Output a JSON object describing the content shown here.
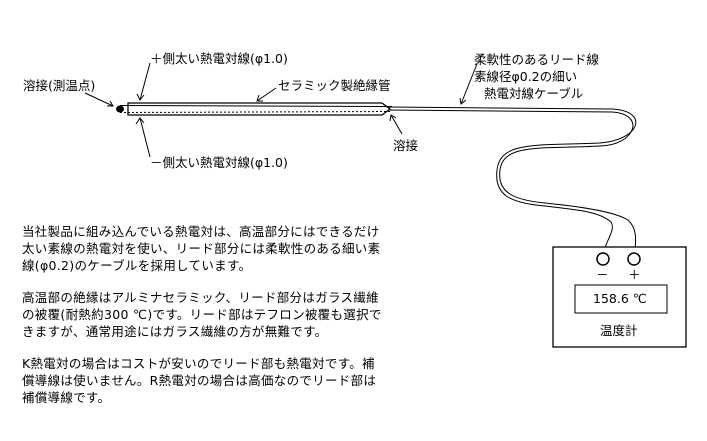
{
  "labels": {
    "plus_wire": "＋側太い熱電対線(φ1.0)",
    "ceramic_tube": "セラミック製絶縁管",
    "junction": "溶接(測温点)",
    "minus_wire": "－側太い熱電対線(φ1.0)",
    "weld": "溶接",
    "lead_line1": "柔軟性のあるリード線",
    "lead_line2": "素線径φ0.2の細い",
    "lead_line3": "熱電対線ケーブル"
  },
  "meter": {
    "minus": "－",
    "plus": "＋",
    "reading": "158.6 ℃",
    "name": "温度計"
  },
  "paragraphs": [
    [
      "当社製品に組み込んでいる熱電対は、高温部分にはできるだけ",
      "太い素線の熱電対を使い、リード部分には柔軟性のある細い素",
      "線(φ0.2)のケーブルを採用しています。"
    ],
    [
      "高温部の絶縁はアルミナセラミック、リード部分はガラス繊維",
      "の被覆(耐熱約300 ℃)です。リード部はテフロン被覆も選択で",
      "きますが、通常用途にはガラス繊維の方が無難です。"
    ],
    [
      "K熱電対の場合はコストが安いのでリード部も熱電対です。補",
      "償導線は使いません。R熱電対の場合は高価なのでリード部は",
      "補償導線です。"
    ]
  ]
}
